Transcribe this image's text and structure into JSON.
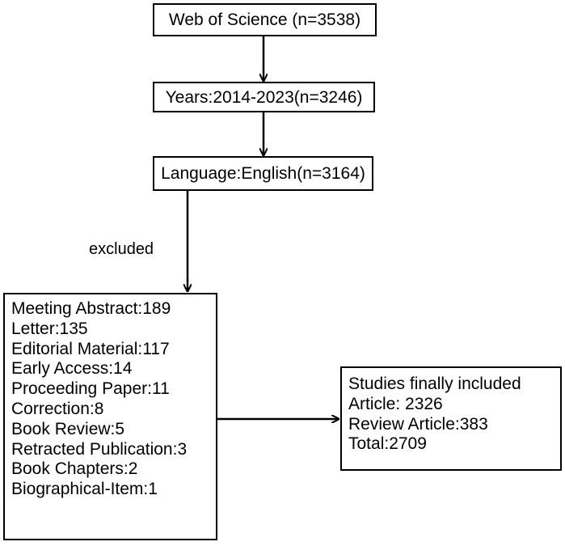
{
  "boxes": {
    "source": "Web of Science (n=3538)",
    "years": "Years:2014-2023(n=3246)",
    "language": "Language:English(n=3164)"
  },
  "excluded_label": "excluded",
  "excluded_items": [
    "Meeting Abstract:189",
    "Letter:135",
    "Editorial Material:117",
    "Early Access:14",
    "Proceeding Paper:11",
    "Correction:8",
    "Book Review:5",
    "Retracted Publication:3",
    "Book Chapters:2",
    "Biographical-Item:1"
  ],
  "included_items": [
    "Studies finally included",
    "Article: 2326",
    "Review Article:383",
    "Total:2709"
  ]
}
